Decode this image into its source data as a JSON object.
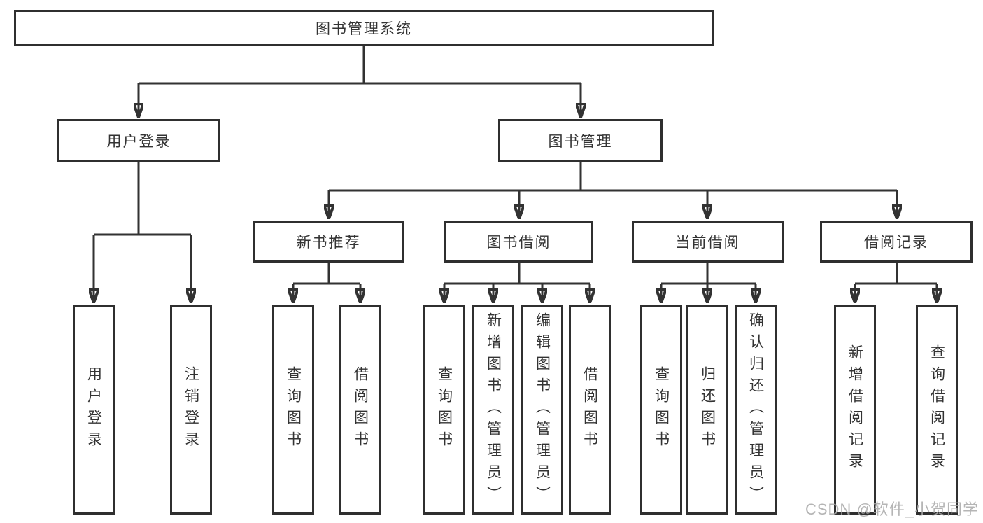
{
  "diagram_type": "tree",
  "colors": {
    "line": "#323232",
    "box_border": "#2f2f2f",
    "box_fill": "#ffffff",
    "text": "#333333",
    "background": "#ffffff",
    "watermark": "#a8a8a8"
  },
  "tree": {
    "label": "图书管理系统",
    "children": [
      {
        "label": "用户登录",
        "children": [
          {
            "label": "用户登录"
          },
          {
            "label": "注销登录"
          }
        ]
      },
      {
        "label": "图书管理",
        "children": [
          {
            "label": "新书推荐",
            "children": [
              {
                "label": "查询图书"
              },
              {
                "label": "借阅图书"
              }
            ]
          },
          {
            "label": "图书借阅",
            "children": [
              {
                "label": "查询图书"
              },
              {
                "label": "新增图书（管理员）"
              },
              {
                "label": "编辑图书（管理员）"
              },
              {
                "label": "借阅图书"
              }
            ]
          },
          {
            "label": "当前借阅",
            "children": [
              {
                "label": "查询图书"
              },
              {
                "label": "归还图书"
              },
              {
                "label": "确认归还（管理员）"
              }
            ]
          },
          {
            "label": "借阅记录",
            "children": [
              {
                "label": "新增借阅记录"
              },
              {
                "label": "查询借阅记录"
              }
            ]
          }
        ]
      }
    ]
  },
  "watermark": "CSDN @软件_小贺同学"
}
